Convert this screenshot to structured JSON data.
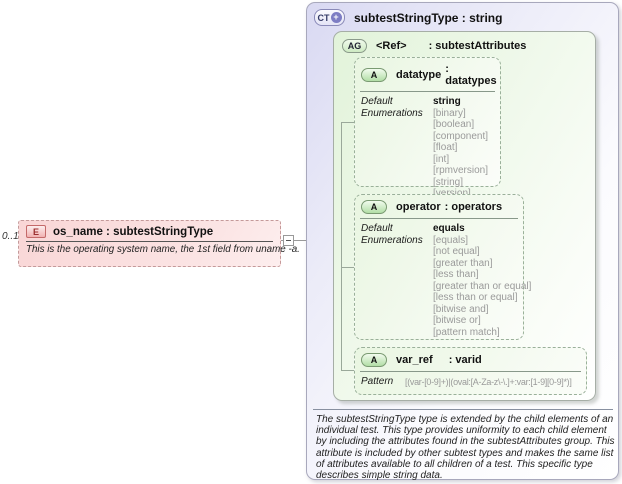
{
  "element": {
    "cardinality": "0..1",
    "icon_label": "E",
    "title": "os_name : subtestStringType",
    "annotation": "This is the operating system name, the 1st field from uname -a."
  },
  "complex_type": {
    "icon_label": "CT",
    "expand_glyph": "+",
    "title": "subtestStringType : string",
    "attribute_group": {
      "icon_label": "AG",
      "ref_label": "<Ref>",
      "type_label": ": subtestAttributes",
      "attributes": [
        {
          "icon_label": "A",
          "name": "datatype",
          "type": ": datatypes",
          "default_label": "Default",
          "default_value": "string",
          "enumerations_label": "Enumerations",
          "enumerations": [
            "[binary]",
            "[boolean]",
            "[component]",
            "[float]",
            "[int]",
            "[rpmversion]",
            "[string]",
            "[version]"
          ]
        },
        {
          "icon_label": "A",
          "name": "operator",
          "type": ": operators",
          "default_label": "Default",
          "default_value": "equals",
          "enumerations_label": "Enumerations",
          "enumerations": [
            "[equals]",
            "[not equal]",
            "[greater than]",
            "[less than]",
            "[greater than or equal]",
            "[less than or equal]",
            "[bitwise and]",
            "[bitwise or]",
            "[pattern match]"
          ]
        },
        {
          "icon_label": "A",
          "name": "var_ref",
          "type": ": varid",
          "pattern_label": "Pattern",
          "pattern_value": "[(var-[0-9]+)|(oval:[A-Za-z\\-\\.]+:var:[1-9][0-9]*)]"
        }
      ]
    },
    "documentation": "The subtestStringType type is extended by the child elements of an individual test.  This type provides uniformity to each child element by including the attributes found in the subtestAttributes group.  This attribute is included by other subtest types and makes the same list of attributes available to all children of a test.  This specific type describes simple string data."
  },
  "colors": {
    "lavender": "#d9d9f2",
    "green": "#e2f3da",
    "pink": "#f9d6d6",
    "enum_gray": "#9a9a9a"
  }
}
